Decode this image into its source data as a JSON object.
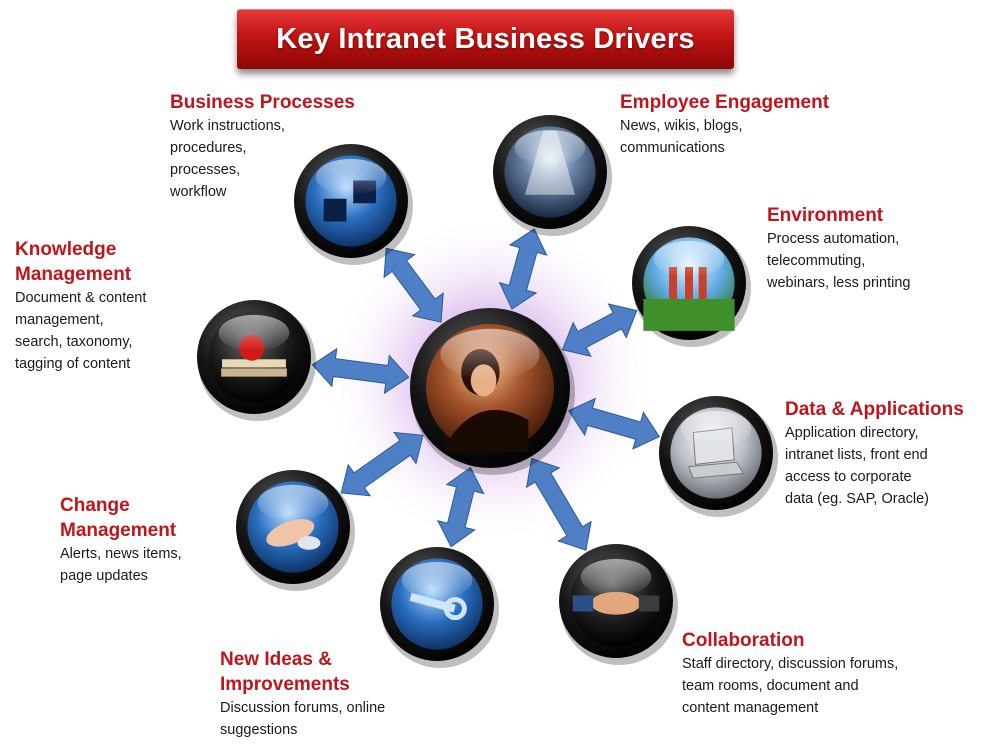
{
  "title": "Key Intranet Business Drivers",
  "drivers": [
    {
      "key": "business-processes",
      "heading": "Business Processes",
      "text": "Work instructions,\nprocedures,\nprocesses,\nworkflow",
      "icon": "puzzle-icon"
    },
    {
      "key": "employee-engagement",
      "heading": "Employee Engagement",
      "text": "News, wikis, blogs,\ncommunications",
      "icon": "spotlight-icon"
    },
    {
      "key": "environment",
      "heading": "Environment",
      "text": "Process automation,\ntelecommuting,\nwebinars, less printing",
      "icon": "family-icon"
    },
    {
      "key": "data-applications",
      "heading": "Data & Applications",
      "text": "Application directory,\nintranet lists, front end\naccess to corporate\ndata (eg. SAP, Oracle)",
      "icon": "laptop-icon"
    },
    {
      "key": "collaboration",
      "heading": "Collaboration",
      "text": "Staff directory, discussion forums,\nteam rooms, document and\ncontent management",
      "icon": "handshake-icon"
    },
    {
      "key": "new-ideas",
      "heading": "New Ideas &\nImprovements",
      "text": "Discussion forums, online\nsuggestions",
      "icon": "key-icon"
    },
    {
      "key": "change-management",
      "heading": "Change\nManagement",
      "text": "Alerts,  news items,\npage updates",
      "icon": "mouse-icon"
    },
    {
      "key": "knowledge-management",
      "heading": "Knowledge\nManagement",
      "text": "Document & content\nmanagement,\nsearch, taxonomy,\ntagging of content",
      "icon": "books-apple-icon"
    }
  ],
  "colors": {
    "heading": "#c0151d",
    "banner": "#c11414",
    "arrow": "#4f7fc4",
    "arrow_edge": "#2a5a9c",
    "ring": "#101010"
  }
}
